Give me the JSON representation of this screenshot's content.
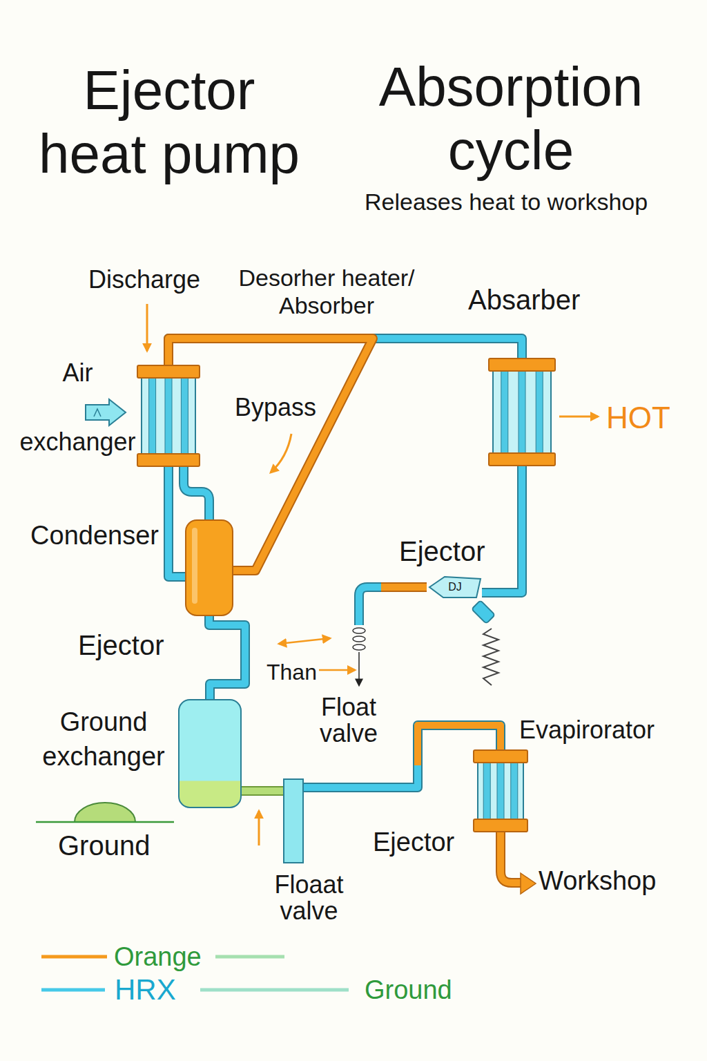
{
  "diagram": {
    "title": "Ejector heat pump",
    "nodes": [
      {
        "text": [
          "Air exchanger"
        ]
      },
      {
        "text": [
          "Absarber"
        ]
      },
      {
        "text": [
          "Condenser"
        ]
      },
      {
        "text": [
          "Ejector",
          "DJ"
        ]
      },
      {
        "text": [
          "Ground exchanger"
        ]
      },
      {
        "text": [
          "Evapirorator"
        ]
      },
      {
        "text": [
          "Floaat valve"
        ]
      }
    ],
    "edges": [
      {
        "from": 0,
        "to": 1,
        "arrow": "none"
      },
      {
        "from": 0,
        "to": 2,
        "arrow": "none"
      },
      {
        "from": 0,
        "to": 2,
        "arrow": "none"
      },
      {
        "from": 2,
        "to": 4,
        "arrow": "none"
      },
      {
        "from": 4,
        "to": 6,
        "arrow": "none"
      },
      {
        "from": 6,
        "to": 5,
        "arrow": "none"
      },
      {
        "from": 1,
        "to": 3,
        "arrow": "none"
      }
    ],
    "labels": [
      "Absorption cycle",
      "Releases heat to workshop",
      "Discharge",
      "Desorher heater/ Absorber",
      "HOT",
      "Bypass",
      "Ejector",
      "Than",
      "Float valve",
      "Ground",
      "Ejector",
      "Workshop"
    ],
    "legend": [
      {
        "text": "Orange"
      },
      {
        "text": "HRX"
      },
      {
        "text": "Ground"
      }
    ]
  }
}
